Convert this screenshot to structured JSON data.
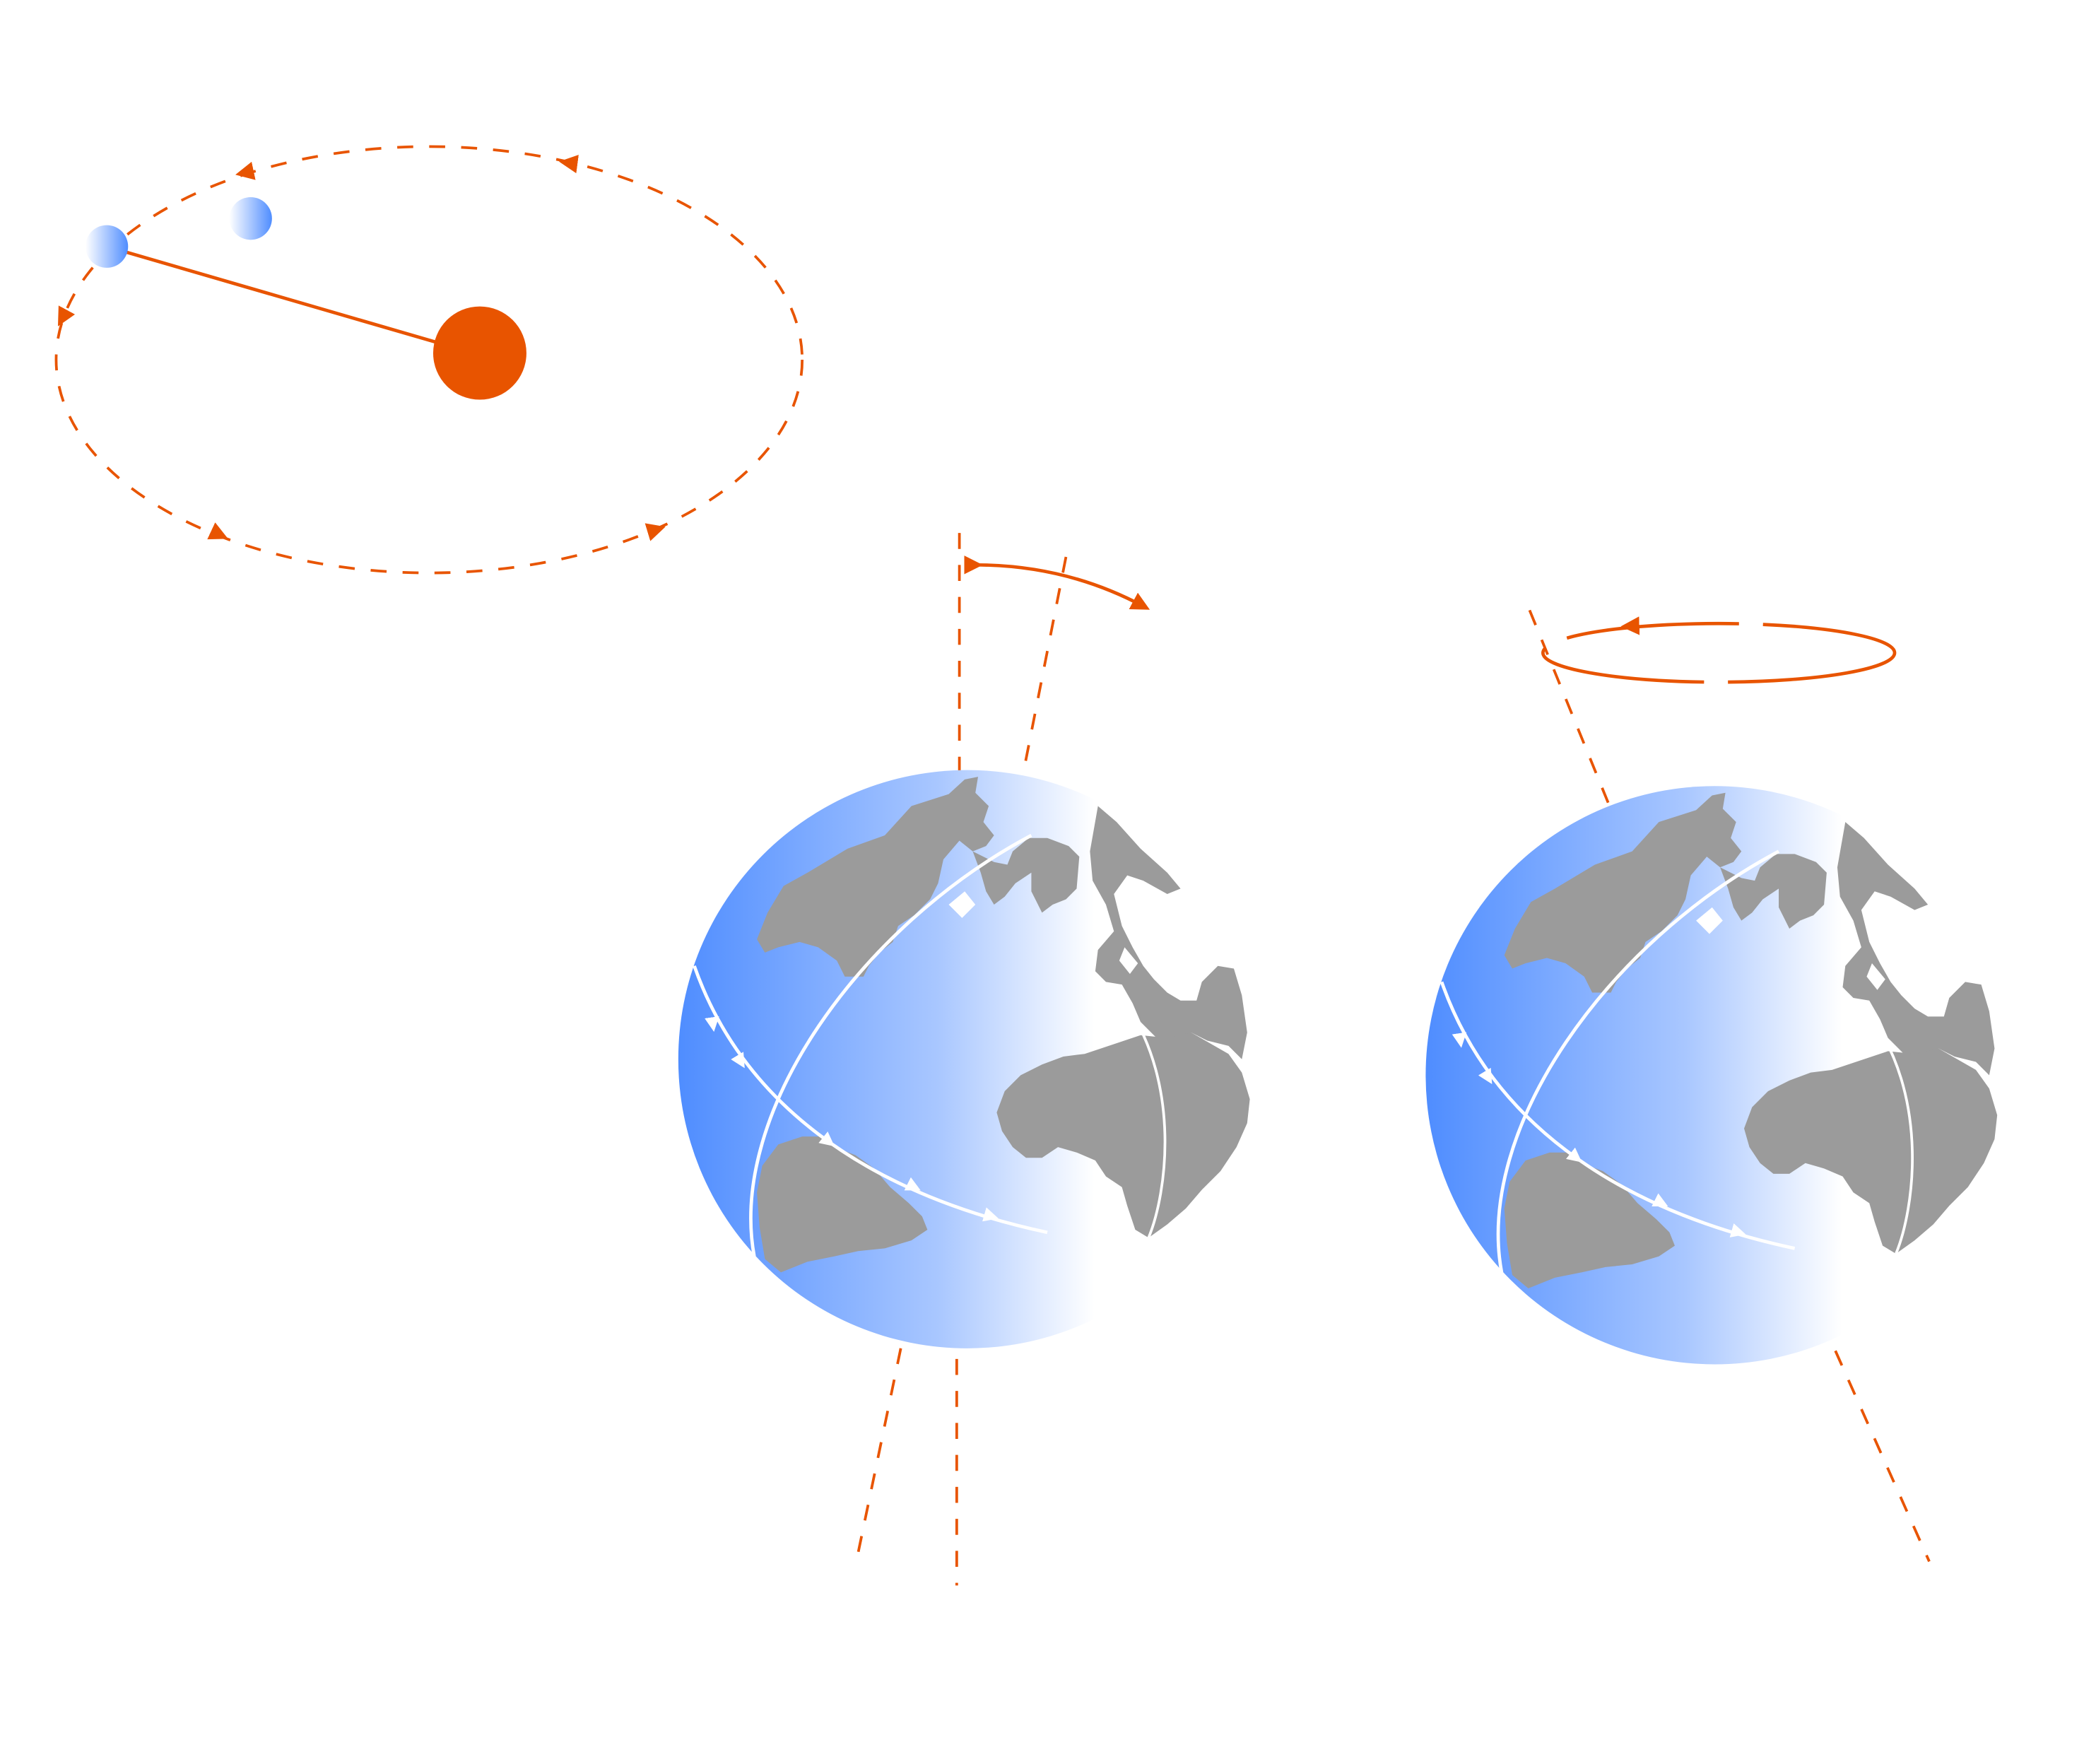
{
  "colors": {
    "accent": "#E85400",
    "ocean_deep": "#4F8DFF",
    "ocean_light": "#FFFFFF",
    "land": "#9B9B9B",
    "background": "#FFFFFF"
  },
  "figure": {
    "panels": [
      {
        "id": "orbit",
        "depicts": "eccentricity"
      },
      {
        "id": "tilt",
        "depicts": "obliquity"
      },
      {
        "id": "wobble",
        "depicts": "precession"
      }
    ],
    "icons": [
      "sun-icon",
      "earth-icon",
      "globe-icon",
      "double-arrow-icon",
      "circular-arrow-icon"
    ]
  }
}
